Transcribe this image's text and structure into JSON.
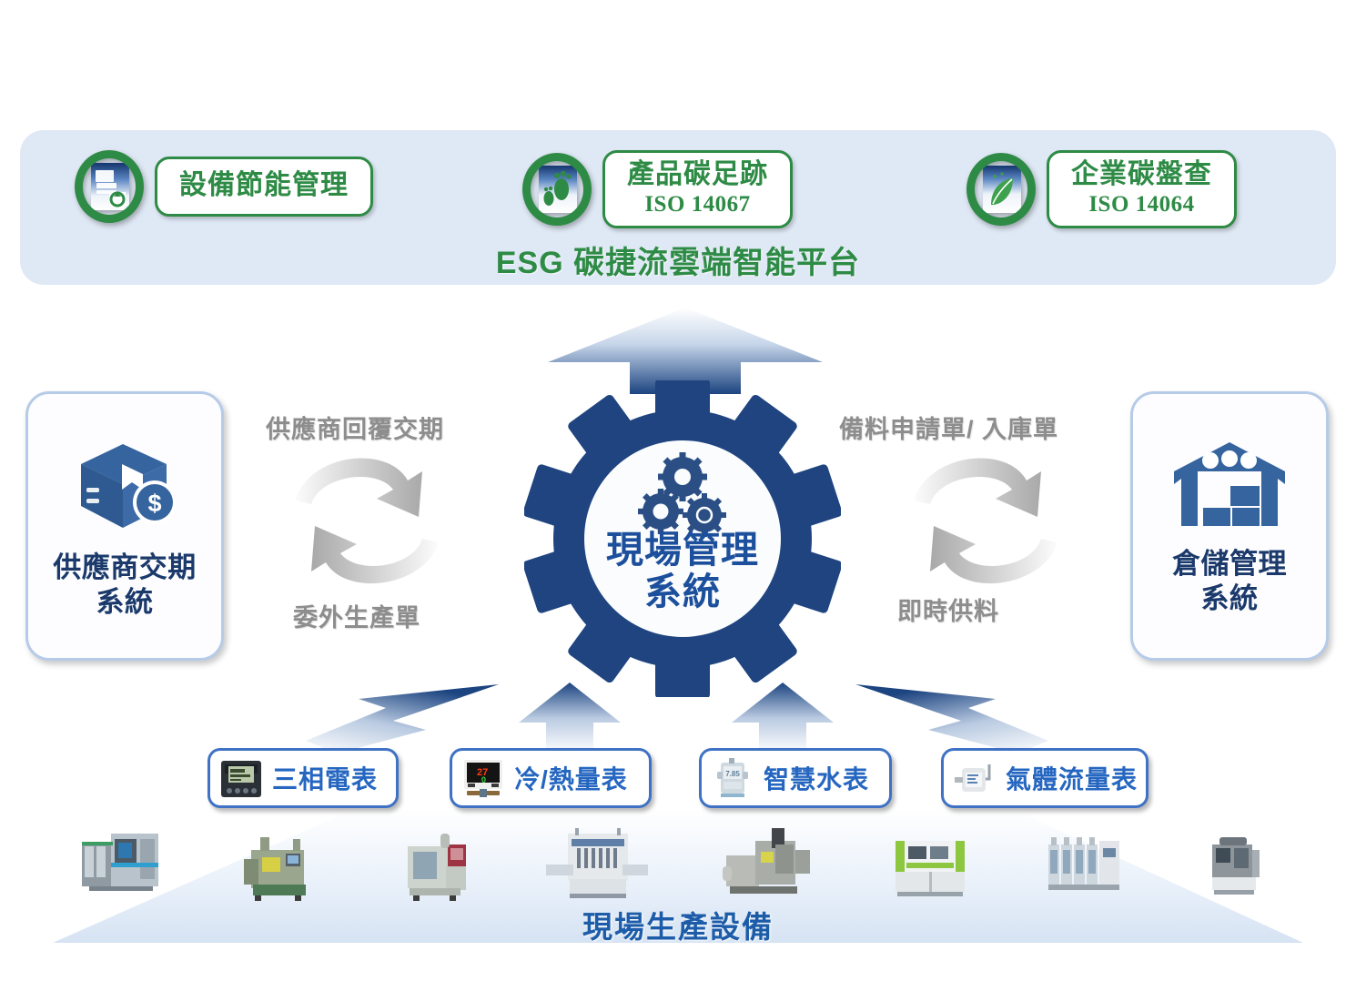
{
  "colors": {
    "green": "#2e8b45",
    "navy": "#1f4480",
    "blue_text": "#1c4f9c",
    "card_blue": "#2566c0",
    "banner_bg": "#dfe8f5",
    "gray_label": "#8d8d8d",
    "floor_label": "#1c5ca8"
  },
  "esg_banner": {
    "platform_title": "ESG 碳捷流雲端智能平台",
    "badges": [
      {
        "icon": "energy-saving-monitor-icon",
        "title": "設備節能管理",
        "standard": ""
      },
      {
        "icon": "carbon-footprint-icon",
        "title": "產品碳足跡",
        "standard": "ISO 14067"
      },
      {
        "icon": "carbon-leaf-icon",
        "title": "企業碳盤查",
        "standard": "ISO 14064"
      }
    ]
  },
  "center": {
    "icon": "three-gears-icon",
    "line1": "現場管理",
    "line2": "系統"
  },
  "left_card": {
    "icon": "package-dollar-icon",
    "line1": "供應商交期",
    "line2": "系統"
  },
  "right_card": {
    "icon": "warehouse-icon",
    "line1": "倉儲管理",
    "line2": "系統"
  },
  "flows": {
    "left_top": "供應商回覆交期",
    "left_bottom": "委外生產單",
    "right_top": "備料申請單/ 入庫單",
    "right_bottom": "即時供料"
  },
  "meters": [
    {
      "icon": "three-phase-power-meter-icon",
      "label": "三相電表"
    },
    {
      "icon": "heat-cooling-meter-icon",
      "label": "冷/熱量表"
    },
    {
      "icon": "smart-water-meter-icon",
      "label": "智慧水表"
    },
    {
      "icon": "gas-flow-meter-icon",
      "label": "氣體流量表"
    }
  ],
  "floor": {
    "label": "現場生產設備",
    "machine_count": 8
  }
}
